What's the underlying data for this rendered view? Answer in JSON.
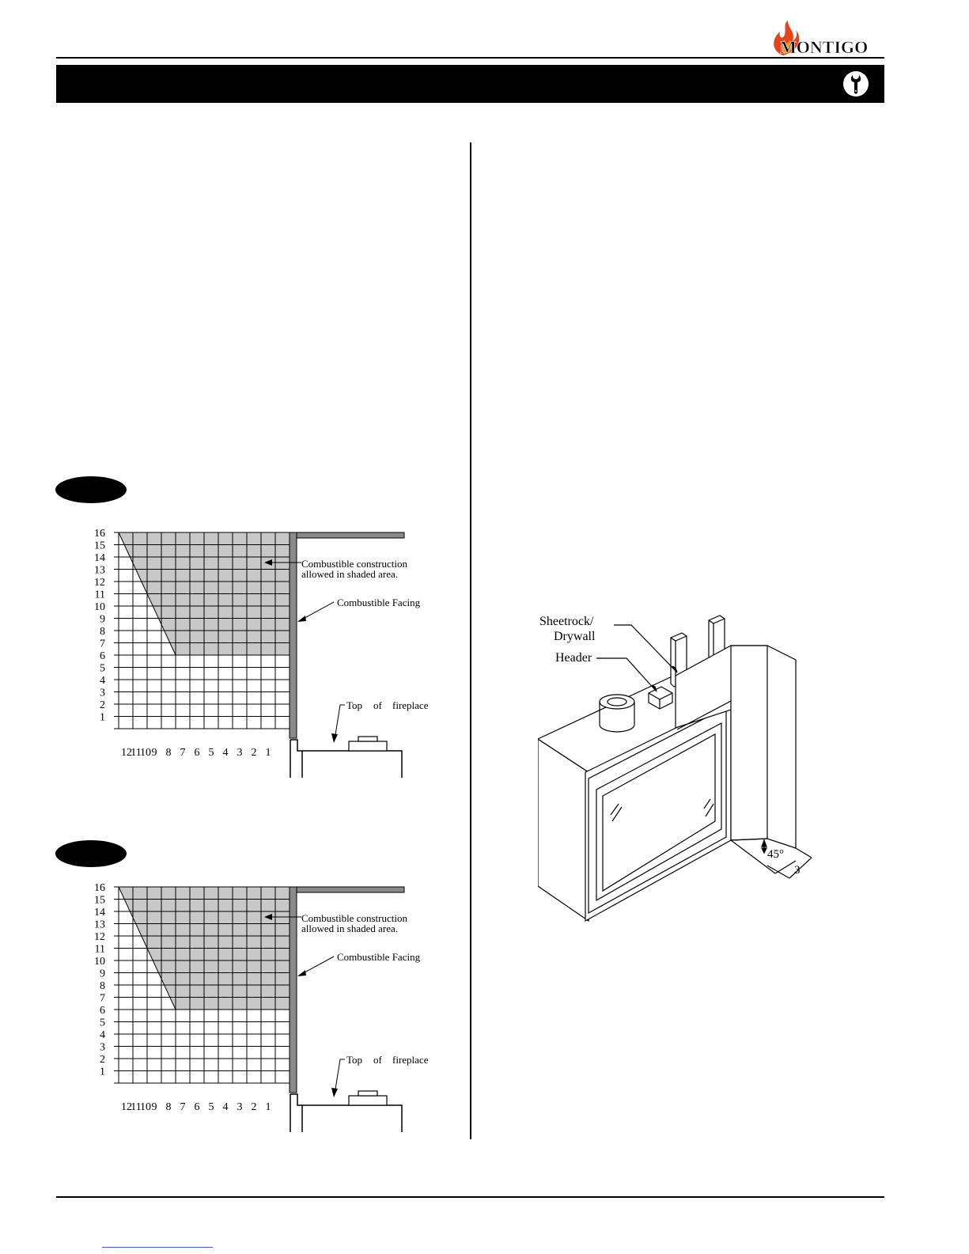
{
  "logo": {
    "text": "MONTIGO",
    "flame_colors": [
      "#e8421b",
      "#f39a1e",
      "#c8201a"
    ]
  },
  "header": {
    "icon": "wrench-icon"
  },
  "figures": [
    {
      "badge_label": ""
    },
    {
      "badge_label": ""
    }
  ],
  "chart_data": [
    {
      "type": "area",
      "y_ticks": [
        "1",
        "2",
        "3",
        "4",
        "5",
        "6",
        "7",
        "8",
        "9",
        "10",
        "11",
        "12",
        "13",
        "14",
        "15",
        "16"
      ],
      "x_ticks": [
        "12",
        "11",
        "10",
        "9",
        "8",
        "7",
        "6",
        "5",
        "4",
        "3",
        "2",
        "1"
      ],
      "ylim": [
        0,
        16
      ],
      "xlim": [
        12,
        0
      ],
      "shaded_region": [
        [
          12,
          16
        ],
        [
          8,
          6
        ],
        [
          0,
          6
        ],
        [
          0,
          16
        ]
      ],
      "annotations": {
        "shaded": [
          "Combustible construction",
          "allowed in shaded area."
        ],
        "facing": "Combustible Facing",
        "top": [
          "Top",
          "of",
          "fireplace"
        ]
      }
    },
    {
      "type": "area",
      "y_ticks": [
        "1",
        "2",
        "3",
        "4",
        "5",
        "6",
        "7",
        "8",
        "9",
        "10",
        "11",
        "12",
        "13",
        "14",
        "15",
        "16"
      ],
      "x_ticks": [
        "12",
        "11",
        "10",
        "9",
        "8",
        "7",
        "6",
        "5",
        "4",
        "3",
        "2",
        "1"
      ],
      "ylim": [
        0,
        16
      ],
      "xlim": [
        12,
        0
      ],
      "shaded_region": [
        [
          12,
          16
        ],
        [
          8,
          6
        ],
        [
          0,
          6
        ],
        [
          0,
          16
        ]
      ],
      "annotations": {
        "shaded": [
          "Combustible construction",
          "allowed in shaded area."
        ],
        "facing": "Combustible Facing",
        "top": [
          "Top",
          "of",
          "fireplace"
        ]
      }
    }
  ],
  "isometric": {
    "labels": {
      "sheetrock": "Sheetrock/",
      "drywall": "Drywall",
      "header": "Header",
      "angle": "45°",
      "distance": "3"
    }
  }
}
